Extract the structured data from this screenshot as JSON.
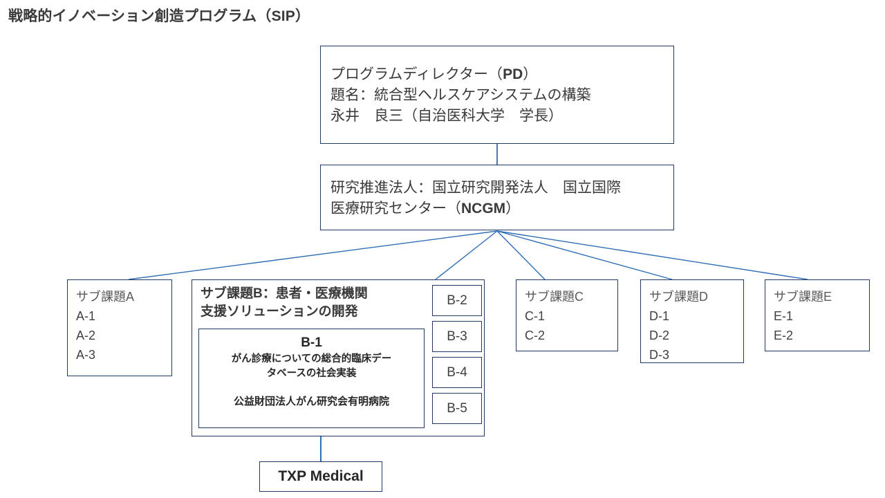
{
  "page": {
    "title_prefix": "戦略的イノベーション創造プログラム（",
    "title_acronym": "SIP",
    "title_suffix": "）",
    "title_full": "戦略的イノベーション創造プログラム（SIP）"
  },
  "colors": {
    "box_border": "#1F3864",
    "connector": "#2F6DB5",
    "title_text": "#3A3A3A",
    "body_text": "#404040",
    "muted_text": "#595959",
    "background": "#FFFFFF"
  },
  "nodes": {
    "program_director": {
      "line1_prefix": "プログラムディレクター（",
      "line1_acronym": "PD",
      "line1_suffix": "）",
      "line2": "題名：統合型ヘルスケアシステムの構築",
      "line3": "永井　良三（自治医科大学　学長）"
    },
    "promotion_org": {
      "line1": "研究推進法人：国立研究開発法人　国立国際",
      "line2_prefix": "医療研究センター（",
      "line2_acronym": "NCGM",
      "line2_suffix": "）"
    },
    "subtask_a": {
      "head": "サブ課題A",
      "items": [
        "A-1",
        "A-2",
        "A-3"
      ]
    },
    "subtask_b": {
      "head_line1_prefix": "サブ課題",
      "head_line1_acronym": "B",
      "head_line1_suffix": "：患者・医療機関",
      "head_line2": "支援ソリューションの開発",
      "b1": {
        "title": "B-1",
        "desc_line1": "がん診療についての総合的臨床デー",
        "desc_line2": "タベースの社会実装",
        "org": "公益財団法人がん研究会有明病院"
      },
      "small_boxes": [
        "B-2",
        "B-3",
        "B-4",
        "B-5"
      ]
    },
    "subtask_c": {
      "head": "サブ課題C",
      "items": [
        "C-1",
        "C-2"
      ]
    },
    "subtask_d": {
      "head": "サブ課題D",
      "items": [
        "D-1",
        "D-2",
        "D-3"
      ]
    },
    "subtask_e": {
      "head": "サブ課題E",
      "items": [
        "E-1",
        "E-2"
      ]
    },
    "company": {
      "label": "TXP Medical"
    }
  },
  "connectors": [
    {
      "name": "pd-to-ncgm",
      "from": "program_director",
      "to": "promotion_org"
    },
    {
      "name": "ncgm-to-a",
      "from": "promotion_org",
      "to": "subtask_a"
    },
    {
      "name": "ncgm-to-b",
      "from": "promotion_org",
      "to": "subtask_b"
    },
    {
      "name": "ncgm-to-c",
      "from": "promotion_org",
      "to": "subtask_c"
    },
    {
      "name": "ncgm-to-d",
      "from": "promotion_org",
      "to": "subtask_d"
    },
    {
      "name": "ncgm-to-e",
      "from": "promotion_org",
      "to": "subtask_e"
    },
    {
      "name": "b1-to-txp",
      "from": "b1",
      "to": "company"
    }
  ]
}
